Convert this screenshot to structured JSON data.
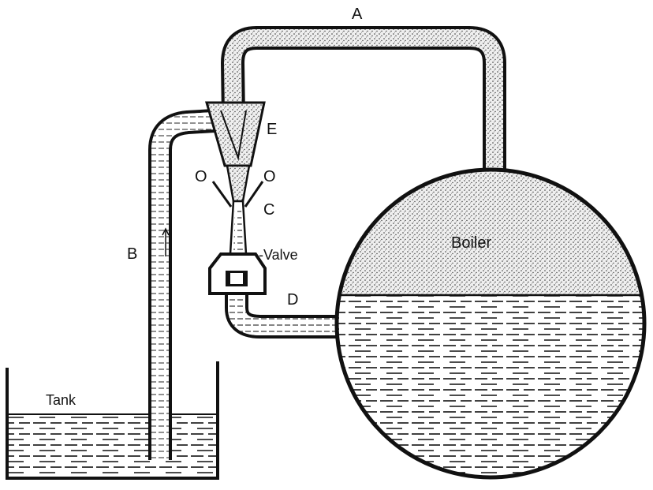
{
  "labels": {
    "a": "A",
    "b": "B",
    "c": "C",
    "d": "D",
    "e": "E",
    "o_left": "O",
    "o_right": "O",
    "valve": "-Valve",
    "boiler": "Boiler",
    "tank": "Tank"
  },
  "colors": {
    "ink": "#111111",
    "paper": "#ffffff",
    "steam": "#e9e9e9",
    "water_line": "#222222"
  }
}
